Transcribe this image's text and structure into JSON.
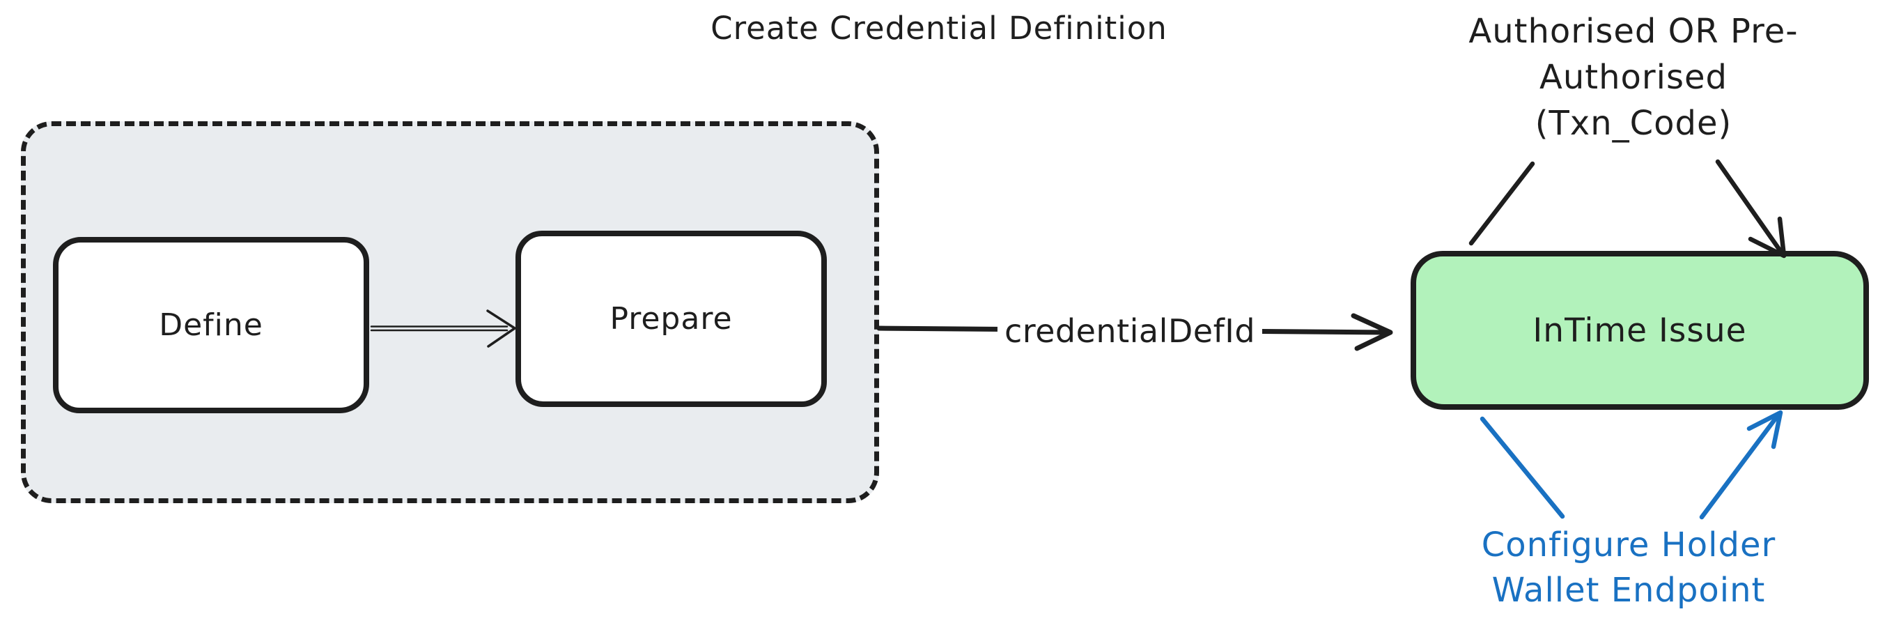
{
  "cluster": {
    "title": "Create Credential Definition"
  },
  "nodes": {
    "define": {
      "label": "Define"
    },
    "prepare": {
      "label": "Prepare"
    },
    "intime_issue": {
      "label": "InTime Issue"
    }
  },
  "edges": {
    "credential_def": {
      "label": "credentialDefId"
    }
  },
  "annotations": {
    "issuance_mode": {
      "lines": [
        "Authorised OR Pre-",
        "Authorised",
        "(Txn_Code)"
      ]
    },
    "holder_wallet": {
      "lines": [
        "Configure Holder",
        "Wallet Endpoint"
      ]
    }
  },
  "colors": {
    "stroke": "#1e1e1e",
    "cluster_fill": "#e9ecef",
    "node_fill": "#ffffff",
    "intime_fill": "#b2f2bb",
    "annotation_blue": "#1971c2"
  }
}
